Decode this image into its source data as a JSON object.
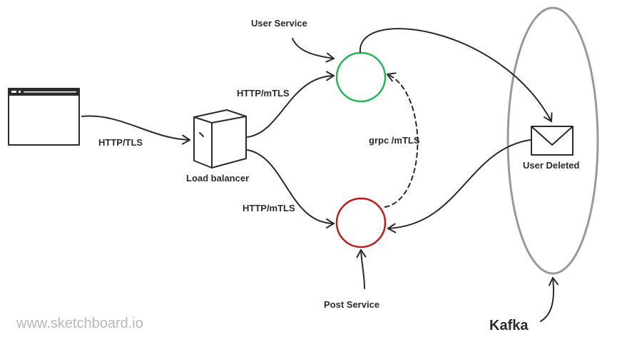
{
  "diagram": {
    "labels": {
      "user_service": "User Service",
      "post_service": "Post Service",
      "load_balancer": "Load balancer",
      "http_tls": "HTTP/TLS",
      "http_mtls_top": "HTTP/mTLS",
      "http_mtls_bottom": "HTTP/mTLS",
      "grpc_mtls": "grpc /mTLS",
      "user_deleted": "User Deleted",
      "kafka": "Kafka"
    },
    "watermark": "www.sketchboard.io",
    "colors": {
      "ink": "#2b2b2b",
      "user_service_node": "#22b85a",
      "post_service_node": "#c21a1a",
      "kafka_ellipse": "#999999",
      "watermark": "#b9b9b9"
    }
  }
}
